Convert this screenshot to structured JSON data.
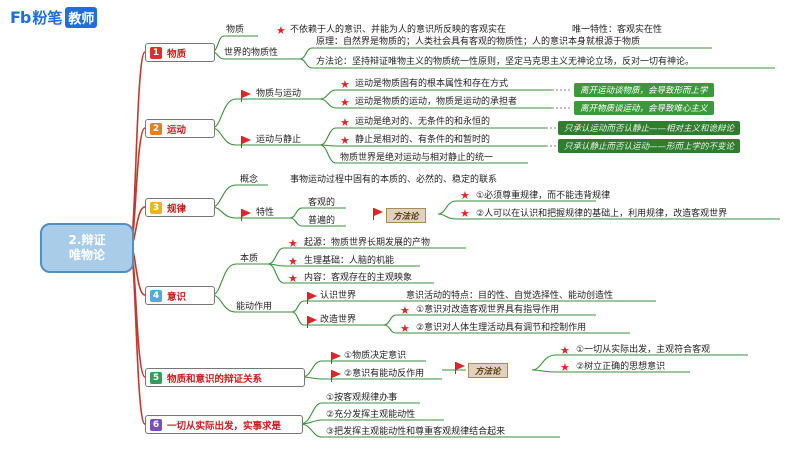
{
  "logo": {
    "fb": "Fb",
    "brand": "粉笔",
    "tag": "教师"
  },
  "center": "2.辩证\n唯物论",
  "colors": {
    "branch": "#c0392b",
    "node_border": "#4f8fc1",
    "center_fill": "#a9cde8",
    "green_note": "#3a9a3a",
    "accent_red": "#e0262a"
  },
  "sections": [
    {
      "num": "1",
      "num_color": "#d9302c",
      "title": "物质",
      "items": {
        "wuzhi": "物质",
        "wuzhi_def": "不依赖于人的意识、并能为人的意识所反映的客观实在",
        "weiyi": "唯一特性：客观实在性",
        "shijie": "世界的物质性",
        "yuanli": "原理：自然界是物质的；人类社会具有客观的物质性；人的意识本身就根源于物质",
        "fangfa": "方法论：坚持辩证唯物主义的物质统一性原则，坚定马克思主义无神论立场，反对一切有神论。"
      }
    },
    {
      "num": "2",
      "num_color": "#e67e22",
      "title": "运动",
      "items": {
        "wyd": "物质与运动",
        "yd1": "运动是物质固有的根本属性和存在方式",
        "yd2": "运动是物质的运动，物质是运动的承担者",
        "n1": "离开运动谈物质，会导致形而上学",
        "n2": "离开物质谈运动，会导致唯心主义",
        "yj": "运动与静止",
        "yj1": "运动是绝对的、无条件的和永恒的",
        "yj2": "静止是相对的、有条件的和暂时的",
        "yj3": "物质世界是绝对运动与相对静止的统一",
        "n3": "只承认运动而否认静止——相对主义和诡辩论",
        "n4": "只承认静止而否认运动——形而上学的不变论"
      }
    },
    {
      "num": "3",
      "num_color": "#e8b521",
      "title": "规律",
      "items": {
        "gainian": "概念",
        "gainian_def": "事物运动过程中固有的本质的、必然的、稳定的联系",
        "texing": "特性",
        "kg": "客观的",
        "pb": "普遍的",
        "ffl": "方法论",
        "f1": "①必须尊重规律，而不能违背规律",
        "f2": "②人可以在认识和把握规律的基础上，利用规律，改造客观世界"
      }
    },
    {
      "num": "4",
      "num_color": "#5aa6d6",
      "title": "意识",
      "items": {
        "benzhi": "本质",
        "qy": "起源：物质世界长期发展的产物",
        "sl": "生理基础：人脑的机能",
        "nr": "内容：客观存在的主观映象",
        "nd": "能动作用",
        "rs": "认识世界",
        "rs_def": "意识活动的特点：目的性、自觉选择性、能动创造性",
        "gz": "改造世界",
        "gz1": "①意识对改造客观世界具有指导作用",
        "gz2": "②意识对人体生理活动具有调节和控制作用"
      }
    },
    {
      "num": "5",
      "num_color": "#2f9e5a",
      "title": "物质和意识的辩证关系",
      "items": {
        "a": "①物质决定意识",
        "b": "②意识有能动反作用",
        "ffl": "方法论",
        "c": "①一切从实际出发，主观符合客观",
        "d": "②树立正确的思想意识"
      }
    },
    {
      "num": "6",
      "num_color": "#7b4fb8",
      "title": "一切从实际出发，实事求是",
      "items": {
        "a": "①按客观规律办事",
        "b": "②充分发挥主观能动性",
        "c": "③把发挥主观能动性和尊重客观规律结合起来"
      }
    }
  ]
}
